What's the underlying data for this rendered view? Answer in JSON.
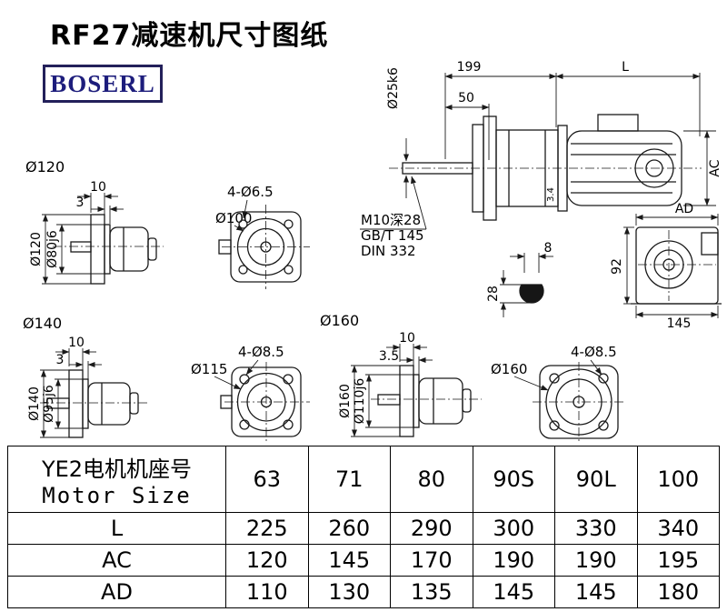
{
  "header": {
    "title": "RF27减速机尺寸图纸",
    "logo": "BOSERL"
  },
  "main_view": {
    "dim_199": "199",
    "dim_L": "L",
    "dim_50": "50",
    "shaft_dia": "Ø25k6",
    "dim_AC": "AC",
    "dim_3_4": "3.4",
    "tap_note": "M10深28",
    "std_note1": "GB/T 145",
    "std_note2": "DIN 332"
  },
  "end_view": {
    "dim_AD": "AD",
    "dim_92": "92",
    "dim_145": "145"
  },
  "key_section": {
    "dim_8": "8",
    "dim_28": "28"
  },
  "flange_120": {
    "label": "Ø120",
    "dim_10": "10",
    "dim_3": "3",
    "outer_dia": "Ø120",
    "pilot_dia": "Ø80j6"
  },
  "front_100": {
    "bolt_note": "4-Ø6.5",
    "dia": "Ø100"
  },
  "flange_140": {
    "label": "Ø140",
    "dim_10": "10",
    "dim_3": "3",
    "outer_dia": "Ø140",
    "pilot_dia": "Ø95j6"
  },
  "front_115": {
    "dia": "Ø115",
    "bolt_note": "4-Ø8.5"
  },
  "flange_160": {
    "label": "Ø160",
    "dim_10": "10",
    "dim_3_5": "3.5",
    "outer_dia": "Ø160",
    "pilot_dia": "Ø110j6"
  },
  "front_160": {
    "dia": "Ø160",
    "bolt_note": "4-Ø8.5"
  },
  "table": {
    "motor_label_cn": "YE2电机机座号",
    "motor_label_en": "Motor Size",
    "sizes": [
      "63",
      "71",
      "80",
      "90S",
      "90L",
      "100"
    ],
    "rows": [
      {
        "label": "L",
        "values": [
          "225",
          "260",
          "290",
          "300",
          "330",
          "340"
        ]
      },
      {
        "label": "AC",
        "values": [
          "120",
          "145",
          "170",
          "190",
          "190",
          "195"
        ]
      },
      {
        "label": "AD",
        "values": [
          "110",
          "130",
          "135",
          "145",
          "145",
          "180"
        ]
      }
    ]
  }
}
